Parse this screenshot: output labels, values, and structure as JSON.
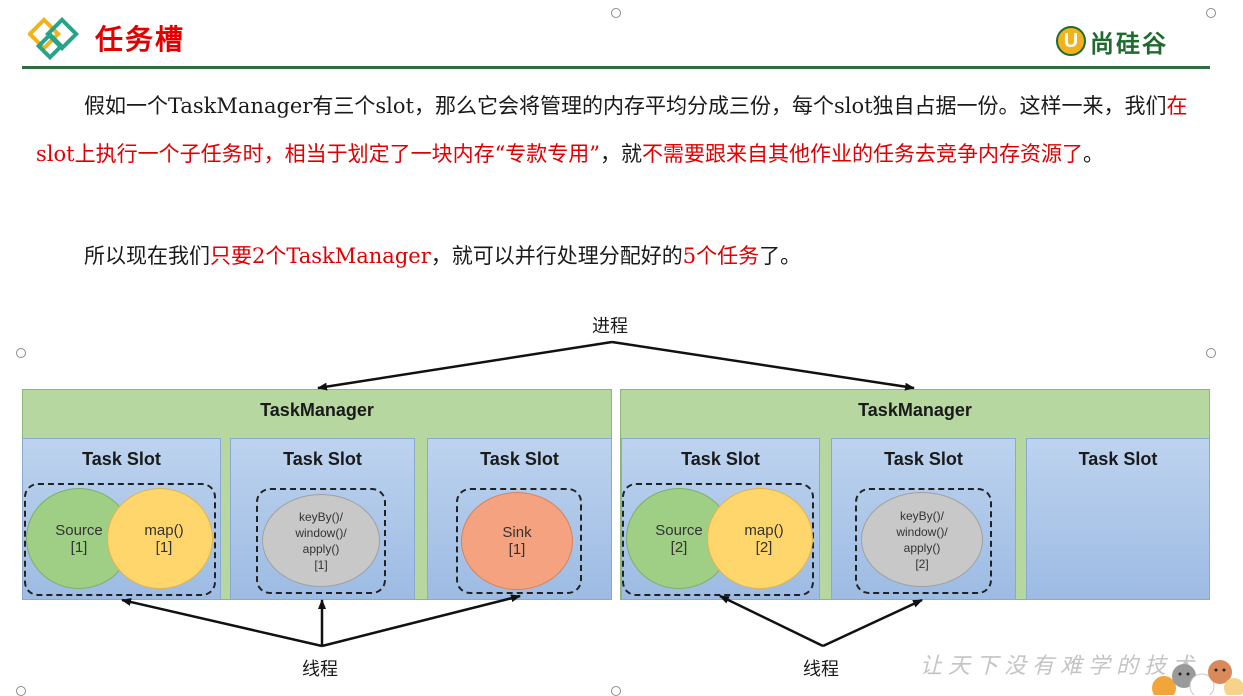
{
  "header": {
    "title": "任务槽",
    "brand": "尚硅谷",
    "brand_mark": "U",
    "brand_color": "#1e6b2e",
    "accent_color": "#e00000"
  },
  "paragraph1": {
    "s1": "假如一个TaskManager有三个slot，那么它会将管理的内存平均分成三份，每个slot独自占据一份。这样一来，我们",
    "s2": "在slot上执行一个子任务时，相当于划定了一块内存“专款专用”",
    "s3": "，就",
    "s4": "不需要跟来自其他作业的任务去竞争内存资源了",
    "s5": "。"
  },
  "paragraph2": {
    "s1": "所以现在我们",
    "s2": "只要2个TaskManager",
    "s3": "，就可以并行处理分配好的",
    "s4": "5个任务",
    "s5": "了。"
  },
  "diagram": {
    "process_label": "进程",
    "thread_label": "线程",
    "taskmanagers": [
      {
        "label": "TaskManager",
        "slots": [
          {
            "label": "Task Slot",
            "tasks": [
              {
                "name": "Source",
                "index": "[1]",
                "color": "#9fcf84"
              },
              {
                "name": "map()",
                "index": "[1]",
                "color": "#ffd66b"
              }
            ]
          },
          {
            "label": "Task Slot",
            "tasks": [
              {
                "name": "keyBy()/",
                "name2": "window()/",
                "name3": "apply()",
                "index": "[1]",
                "color": "#c8c8c8"
              }
            ]
          },
          {
            "label": "Task Slot",
            "tasks": [
              {
                "name": "Sink",
                "index": "[1]",
                "color": "#f4a27f"
              }
            ]
          }
        ]
      },
      {
        "label": "TaskManager",
        "slots": [
          {
            "label": "Task Slot",
            "tasks": [
              {
                "name": "Source",
                "index": "[2]",
                "color": "#9fcf84"
              },
              {
                "name": "map()",
                "index": "[2]",
                "color": "#ffd66b"
              }
            ]
          },
          {
            "label": "Task Slot",
            "tasks": [
              {
                "name": "keyBy()/",
                "name2": "window()/",
                "name3": "apply()",
                "index": "[2]",
                "color": "#c8c8c8"
              }
            ]
          },
          {
            "label": "Task Slot",
            "tasks": []
          }
        ]
      }
    ]
  },
  "footer": {
    "slogan": "让天下没有难学的技术"
  }
}
